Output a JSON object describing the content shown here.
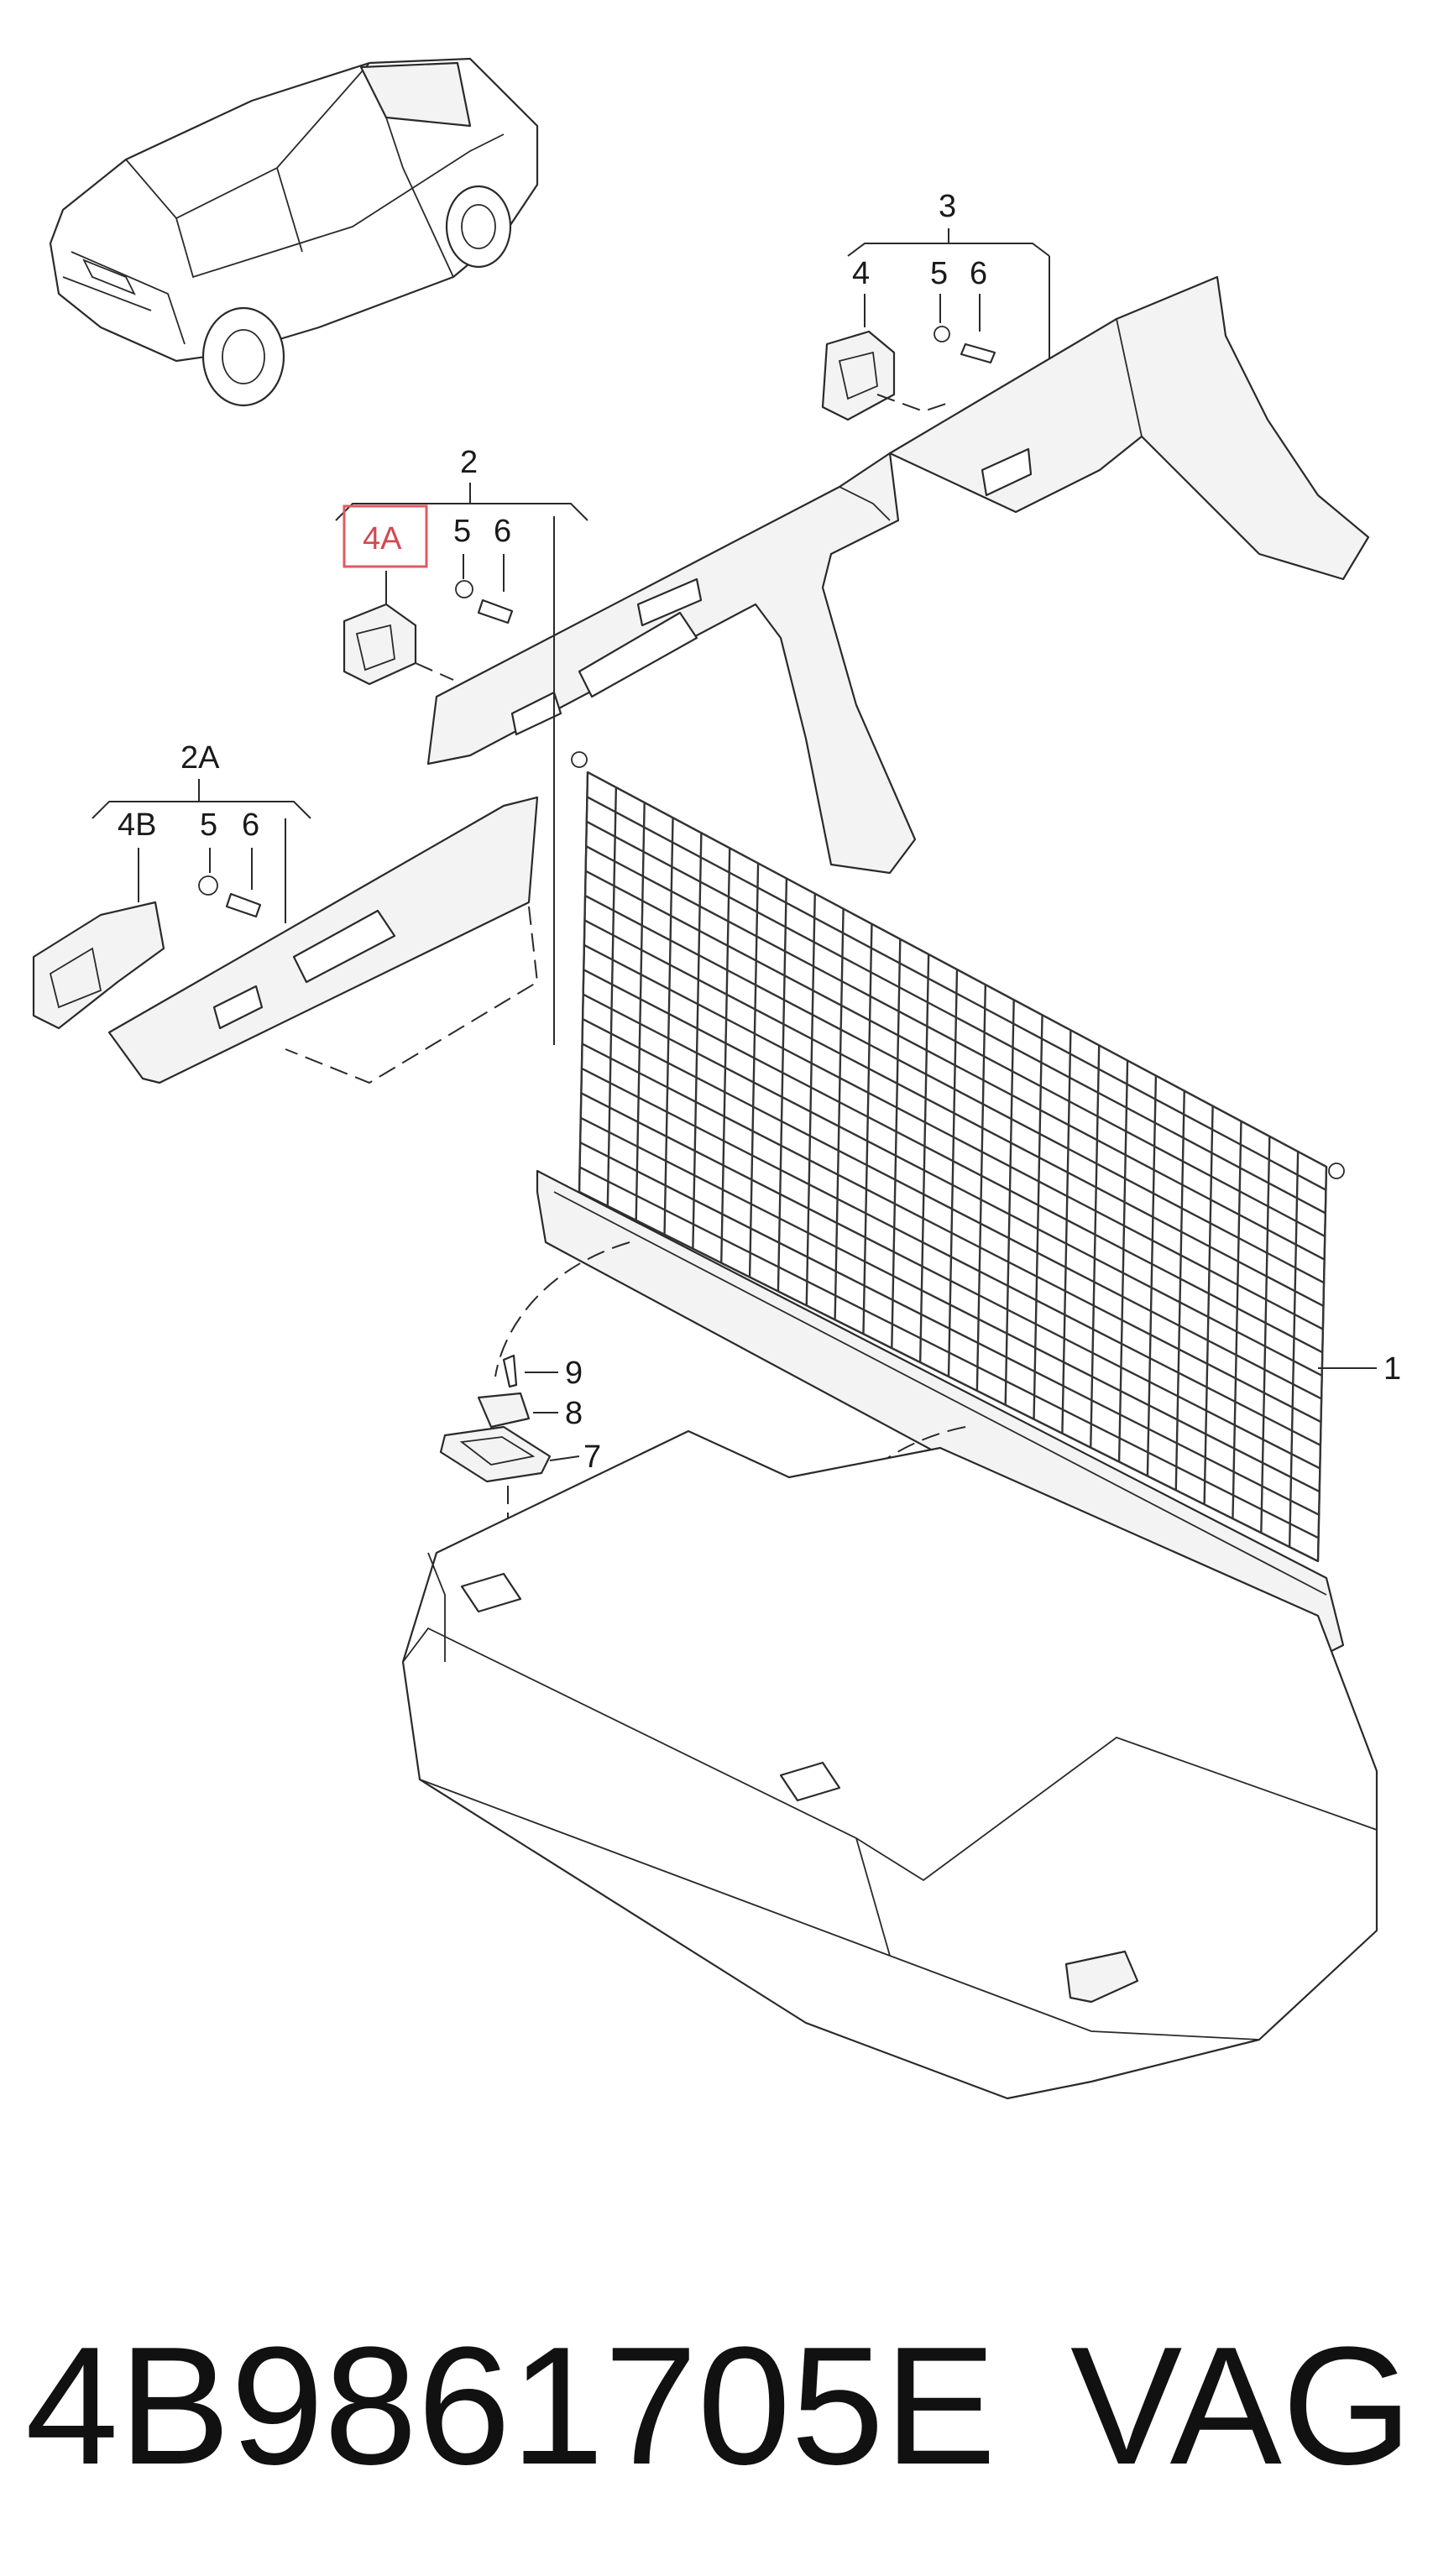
{
  "callouts": {
    "c1": "1",
    "c2": "2",
    "c2A": "2A",
    "c3": "3",
    "c4": "4",
    "c4A": "4A",
    "c4B": "4B",
    "c5": "5",
    "c6": "6",
    "c7": "7",
    "c8": "8",
    "c9": "9"
  },
  "highlight": {
    "callout": "4A",
    "color": "#e05a60"
  },
  "caption": {
    "part_number": "4B9861705E",
    "brand": "VAG"
  }
}
